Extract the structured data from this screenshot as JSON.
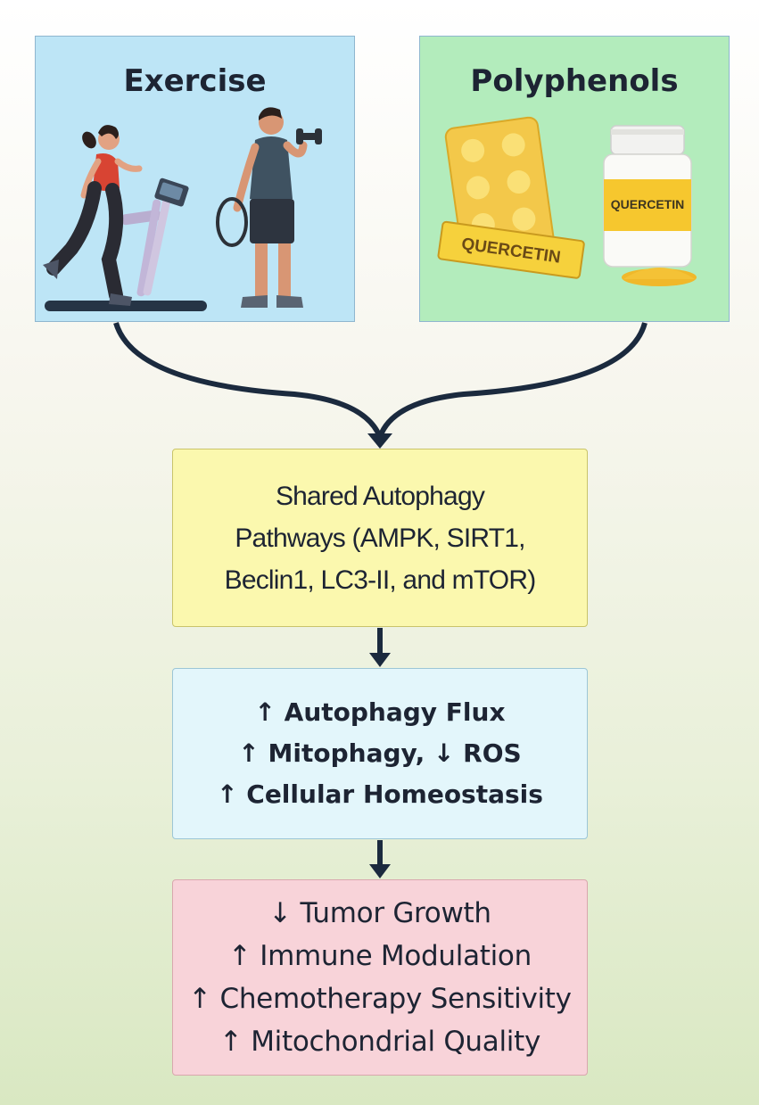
{
  "exercise_panel": {
    "title": "Exercise"
  },
  "polyphenols_panel": {
    "title": "Polyphenols",
    "blister_label": "QUERCETIN",
    "bottle_label": "QUERCETIN"
  },
  "pathways_box": {
    "lines": [
      "Shared Autophagy",
      "Pathways (AMPK, SIRT1,",
      "Beclin1, LC3-II, and mTOR)"
    ]
  },
  "flux_box": {
    "lines": [
      "↑ Autophagy Flux",
      "↑ Mitophagy,  ↓ ROS",
      "↑ Cellular Homeostasis"
    ]
  },
  "outcome_box": {
    "lines": [
      "↓ Tumor Growth",
      "↑ Immune Modulation",
      "↑ Chemotherapy Sensitivity",
      "↑ Mitochondrial Quality"
    ]
  },
  "colors": {
    "exercise_bg": "#bde5f6",
    "polyphenols_bg": "#b3ecbc",
    "pathways_bg": "#fbf8ae",
    "flux_bg": "#e3f6fb",
    "outcome_bg": "#f8d3d9",
    "arrow": "#1b2a3e"
  }
}
